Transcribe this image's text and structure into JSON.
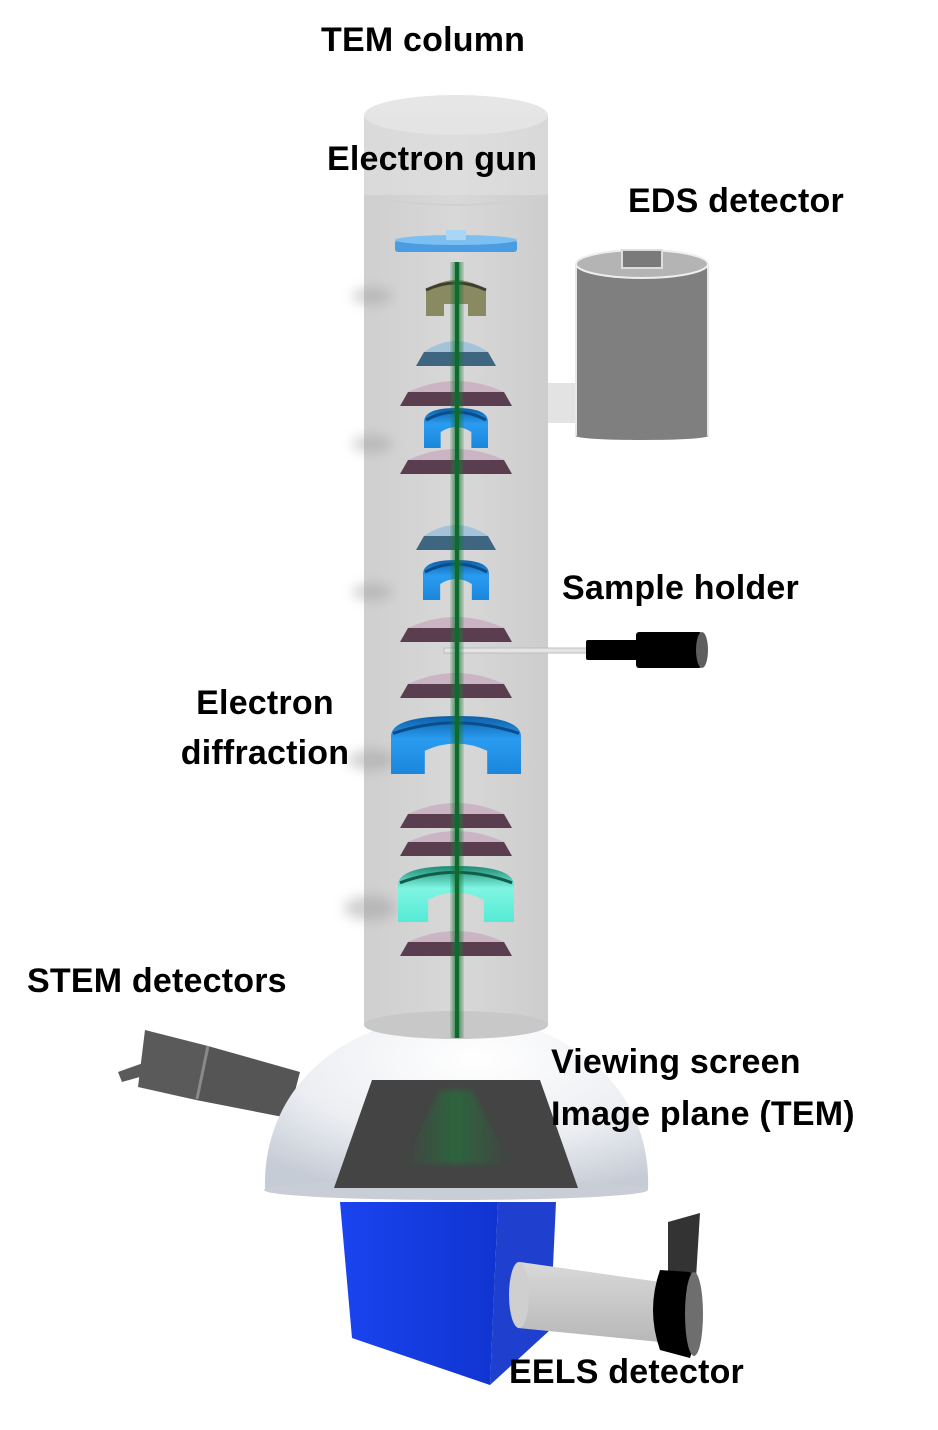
{
  "title": "TEM column",
  "labels": {
    "electron_gun": "Electron gun",
    "eds_detector": "EDS detector",
    "sample_holder": "Sample holder",
    "electron_diffraction_line1": "Electron",
    "electron_diffraction_line2": "diffraction",
    "stem_detectors": "STEM detectors",
    "viewing_screen_line1": "Viewing screen",
    "viewing_screen_line2": "Image plane (TEM)",
    "eels_detector": "EELS detector"
  },
  "colors": {
    "column": "#d6d6d6",
    "beam": "#1e7a3a",
    "gun_disk": "#5aa8e6",
    "condenser_aperture": "#8a8a62",
    "lens_blue": "#1e8fe0",
    "lens_cyan": "#5ff0dc",
    "pole_piece": "#5a3d4e",
    "pole_top": "#c9aebf",
    "steel_blue": "#3e6680",
    "eds": "#808080",
    "stem": "#5a5a5a",
    "dome": "#eef0f4",
    "screen": "#444444",
    "spectrometer": "#1840e0",
    "eels_tube": "#c9c9c9",
    "eels_head": "#000000"
  }
}
